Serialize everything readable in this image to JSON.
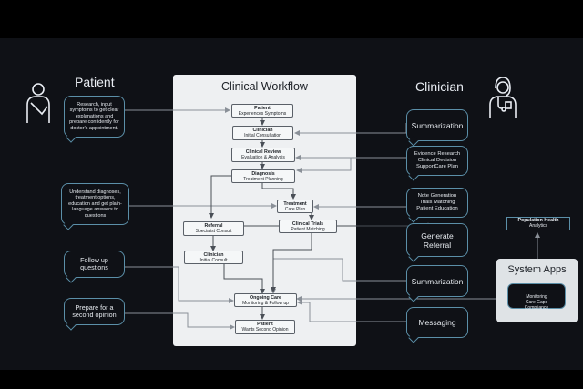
{
  "columns": {
    "patient": "Patient",
    "workflow": "Clinical Workflow",
    "clinician": "Clinician"
  },
  "icons": {
    "patient": "person-with-sling-icon",
    "clinician": "doctor-with-stethoscope-icon"
  },
  "workflow_nodes": [
    {
      "id": "patient_top",
      "title": "Patient",
      "subtitle": "Experiences Symptoms"
    },
    {
      "id": "clinician_initial",
      "title": "Clinician",
      "subtitle": "Initial Consultation"
    },
    {
      "id": "clinical_review",
      "title": "Clinical Review",
      "subtitle": "Evaluation & Analysis"
    },
    {
      "id": "diagnosis",
      "title": "Diagnosis",
      "subtitle": "Treatment Planning"
    },
    {
      "id": "treatment",
      "title": "Treatment",
      "subtitle": "Care Plan"
    },
    {
      "id": "clinical_trials",
      "title": "Clinical Trials",
      "subtitle": "Patient Matching"
    },
    {
      "id": "referral",
      "title": "Referral",
      "subtitle": "Specialist Consult"
    },
    {
      "id": "clinician_consult",
      "title": "Clinician",
      "subtitle": "Initial Consult"
    },
    {
      "id": "ongoing_care",
      "title": "Ongoing Care",
      "subtitle": "Monitoring & Follow up"
    },
    {
      "id": "patient_bottom",
      "title": "Patient",
      "subtitle": "Wants Second Opinion"
    }
  ],
  "patient_bubbles": [
    "Research, input symptoms to get clear explanations and prepare confidently for doctor's appointment.",
    "Understand diagnoses, treatment options, education and get plain- language answers to questions",
    "Follow up questions",
    "Prepare for a second opinion"
  ],
  "clinician_bubbles": [
    "Summarization",
    "Evidence Research\nClinical Decision\nSupportCare Plan",
    "Note Generation\nTrials Matching\nPatient Education",
    "Generate\nReferral",
    "Summarization",
    "Messaging"
  ],
  "system": {
    "title": "System Apps",
    "bubble": "Monitoring\nCare Gaps\nCompliance",
    "pop_title": "Population Health",
    "pop_subtitle": "Analytics"
  },
  "colors": {
    "background": "#000000",
    "band": "#0f1116",
    "panel": "#eef0f2",
    "bubble_border": "#5b8fa8",
    "connector": "#8a9098"
  }
}
